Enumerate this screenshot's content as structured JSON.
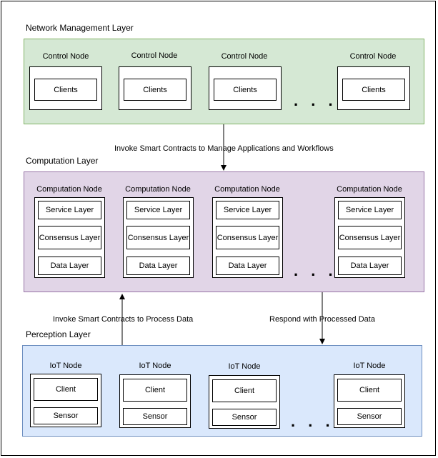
{
  "network_layer": {
    "title": "Network Management Layer",
    "node_label": "Control Node",
    "client_label": "Clients"
  },
  "computation_layer": {
    "title": "Computation Layer",
    "node_label": "Computation Node",
    "service": "Service Layer",
    "consensus": "Consensus Layer",
    "data": "Data Layer"
  },
  "perception_layer": {
    "title": "Perception Layer",
    "node_label": "IoT Node",
    "client": "Client",
    "sensor": "Sensor"
  },
  "ellipsis": ". . .",
  "edges": {
    "network_to_computation": "Invoke Smart Contracts to Manage Applications and Workflows",
    "perception_to_computation": "Invoke Smart Contracts to Process Data",
    "computation_to_perception": "Respond with Processed Data"
  },
  "colors": {
    "network_fill": "#d5e8d4",
    "computation_fill": "#e1d5e7",
    "perception_fill": "#dae8fc"
  }
}
